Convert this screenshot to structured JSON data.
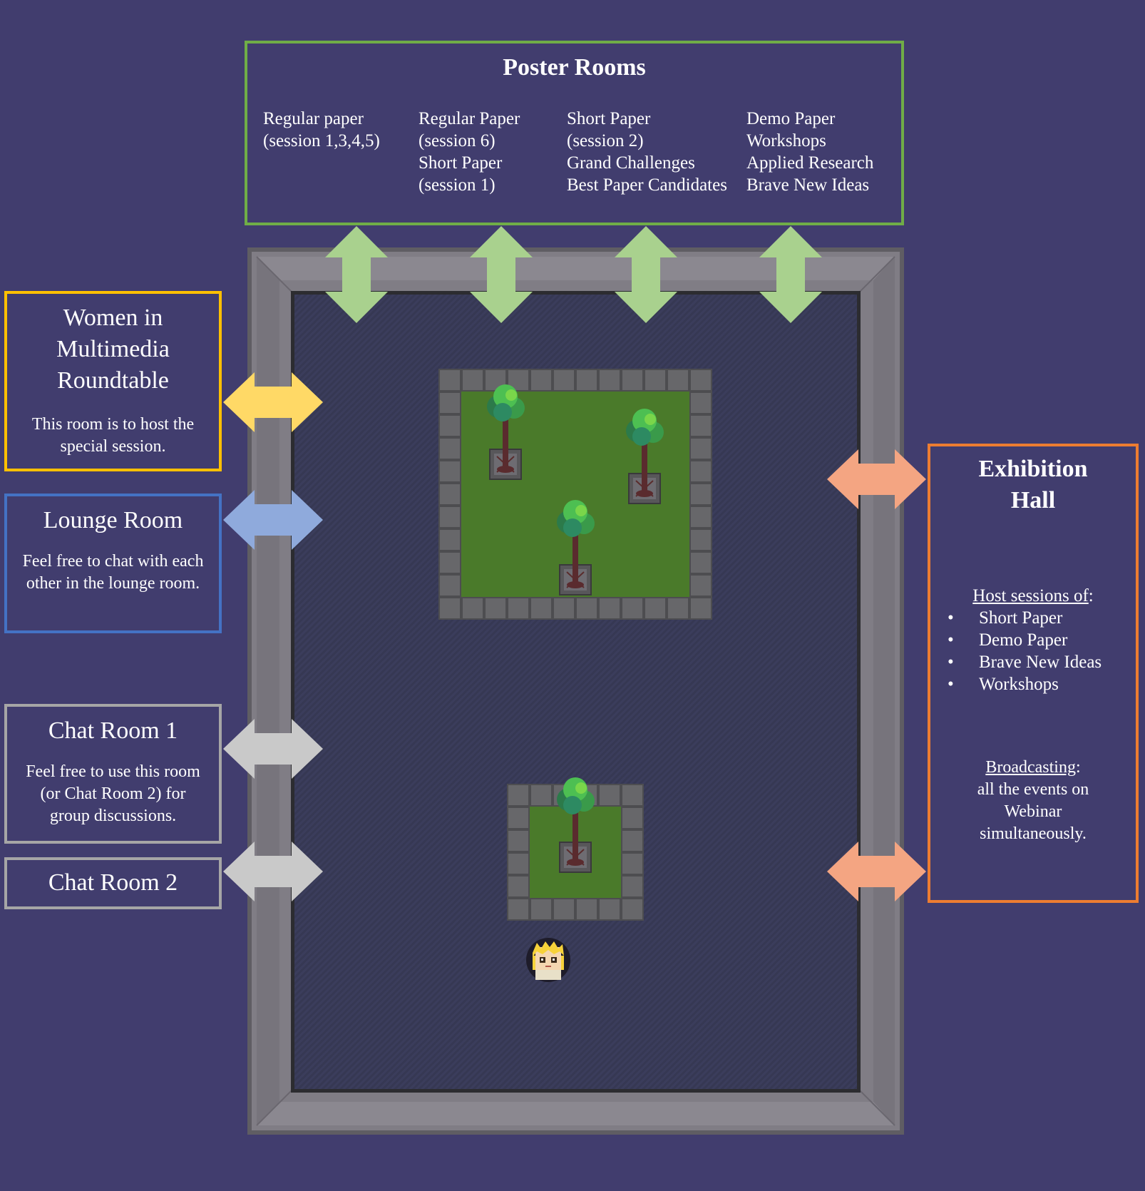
{
  "poster_rooms": {
    "title": "Poster Rooms",
    "columns": [
      {
        "lines": [
          "Regular paper",
          "(session 1,3,4,5)"
        ]
      },
      {
        "lines": [
          "Regular Paper",
          "(session 6)",
          " Short Paper",
          " (session 1)"
        ]
      },
      {
        "lines": [
          "Short Paper",
          "(session 2)",
          " Grand Challenges",
          "Best Paper Candidates"
        ]
      },
      {
        "lines": [
          "Demo Paper",
          "Workshops",
          " Applied Research",
          " Brave New Ideas"
        ]
      }
    ],
    "color": "#70ad47",
    "door_color": "#a9d18e"
  },
  "women_roundtable": {
    "title": "Women in Multimedia Roundtable",
    "desc": "This room is to host the special session.",
    "color": "#ffc000"
  },
  "lounge_room": {
    "title": "Lounge Room",
    "desc": "Feel free to chat with each other in the lounge room.",
    "color": "#4472c4"
  },
  "chat_room_1": {
    "title": "Chat Room 1",
    "desc": "Feel free to use this room (or Chat Room 2) for group discussions.",
    "color": "#a6a6a6"
  },
  "chat_room_2": {
    "title": "Chat Room 2",
    "color": "#a6a6a6"
  },
  "exhibition_hall": {
    "title": "Exhibition Hall",
    "host_label": "Host sessions of",
    "host_items": [
      "Short Paper",
      "Demo Paper",
      "Brave New Ideas",
      "Workshops"
    ],
    "broadcast_label": "Broadcasting",
    "broadcast_text": "all the events on Webinar simultaneously.",
    "color": "#ed7d31"
  },
  "colors": {
    "background": "#413d6e",
    "floor": "#3b3d5c",
    "wall": "#807d85",
    "grass": "#4a7a2a",
    "stone": "#5d5d60"
  },
  "icons": {
    "avatar": "blonde-player-avatar",
    "trees": "tree-sprite"
  }
}
